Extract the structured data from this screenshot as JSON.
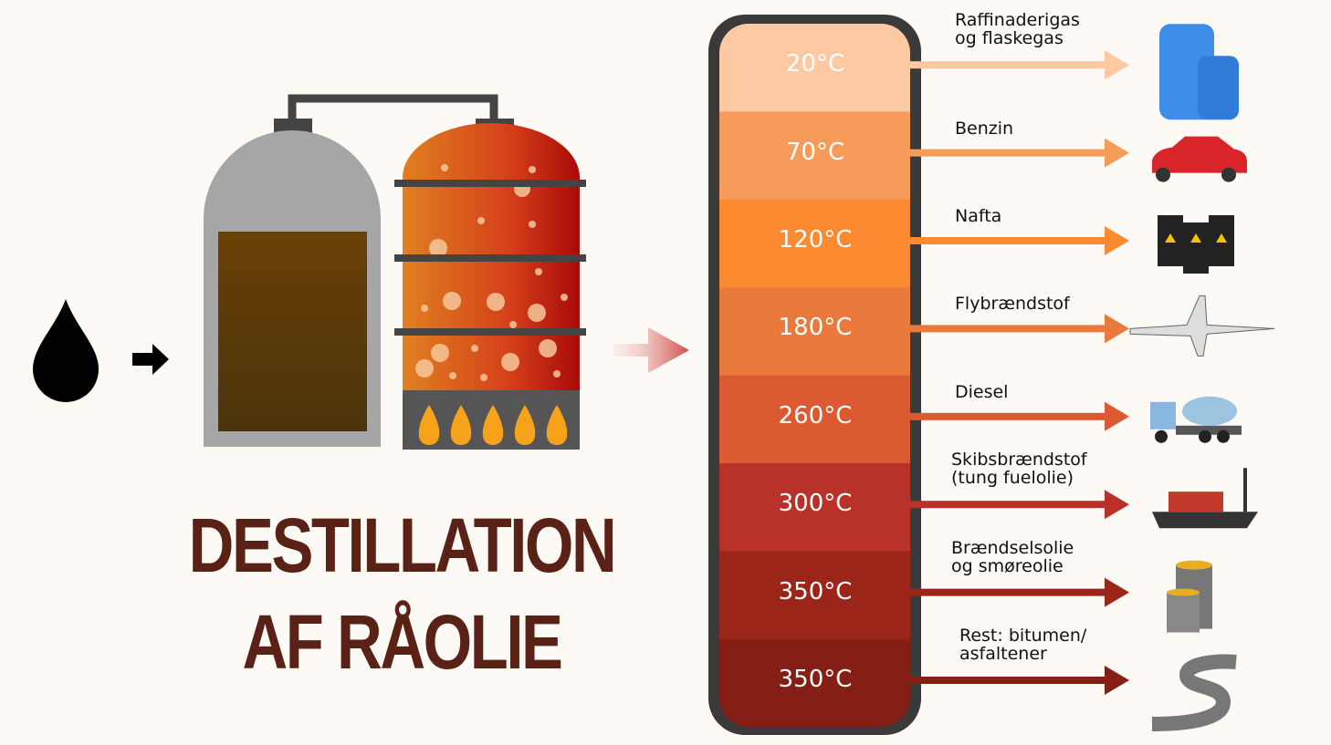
{
  "title": {
    "line1": "DESTILLATION",
    "line2": "AF RÅOLIE"
  },
  "colors": {
    "title": "#5A2216",
    "column_frame": "#3A3A3A"
  },
  "fractions": [
    {
      "temp": "20°C",
      "label": "Raffinaderigas\nog flaskegas",
      "color": "#FDC9A3",
      "icon": "gas-cylinders-icon"
    },
    {
      "temp": "70°C",
      "label": "Benzin",
      "color": "#F79B5A",
      "icon": "car-icon"
    },
    {
      "temp": "120°C",
      "label": "Nafta",
      "color": "#FB8A31",
      "icon": "oil-barrels-icon"
    },
    {
      "temp": "180°C",
      "label": "Flybrændstof",
      "color": "#EA793C",
      "icon": "airplane-icon"
    },
    {
      "temp": "260°C",
      "label": "Diesel",
      "color": "#DB5A32",
      "icon": "cement-truck-icon"
    },
    {
      "temp": "300°C",
      "label": "Skibsbrændstof\n(tung fuelolie)",
      "color": "#B83229",
      "icon": "ship-icon"
    },
    {
      "temp": "350°C",
      "label": "Brændselsolie\nog smøreolie",
      "color": "#9C2519",
      "icon": "oil-tanks-icon"
    },
    {
      "temp": "350°C",
      "label": "Rest: bitumen/\nasfaltener",
      "color": "#851F16",
      "icon": "road-icon"
    }
  ]
}
